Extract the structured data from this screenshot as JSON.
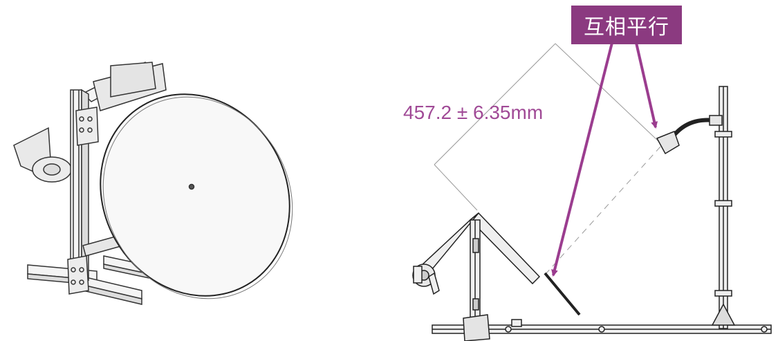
{
  "callout": {
    "text": "互相平行",
    "color": "#8b3a80"
  },
  "dimension": {
    "text": "457.2 ± 6.35mm",
    "color": "#a04a96"
  },
  "left_view": {
    "subject": "satellite dish on aluminum extrusion stand (isometric view)"
  },
  "right_view": {
    "subject": "side view of dish stand with feed horn on vertical mast"
  }
}
